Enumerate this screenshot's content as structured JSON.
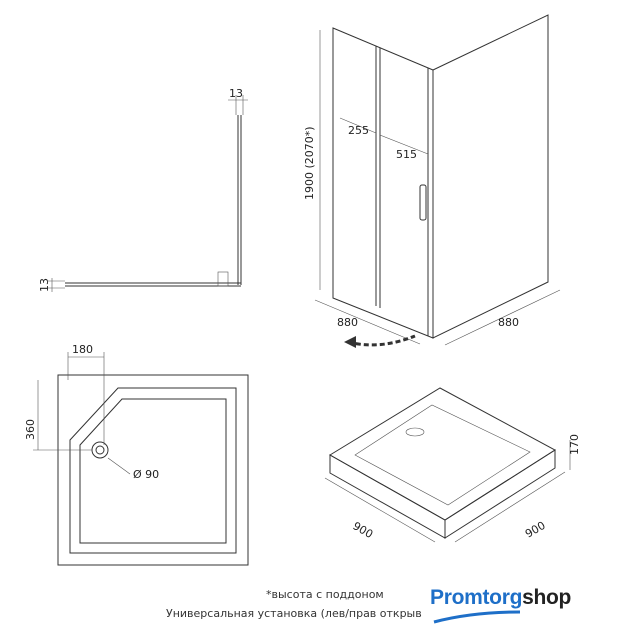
{
  "plan_view": {
    "dim_top": "13",
    "dim_left": "13"
  },
  "enclosure": {
    "height": "1900 (2070*)",
    "dim_a": "255",
    "dim_b": "515",
    "depth_left": "880",
    "depth_right": "880"
  },
  "tray_top": {
    "dim_x": "180",
    "dim_y": "360",
    "drain": "Ø 90"
  },
  "tray_3d": {
    "height": "170",
    "width_left": "900",
    "width_right": "900"
  },
  "footnote": "*высота с поддоном",
  "install_note": "Универсальная установка (лев/прав открыв",
  "logo": {
    "part1": "Promtorg",
    "part2": "shop",
    "color1": "#1e6fc8",
    "color2": "#222222"
  }
}
